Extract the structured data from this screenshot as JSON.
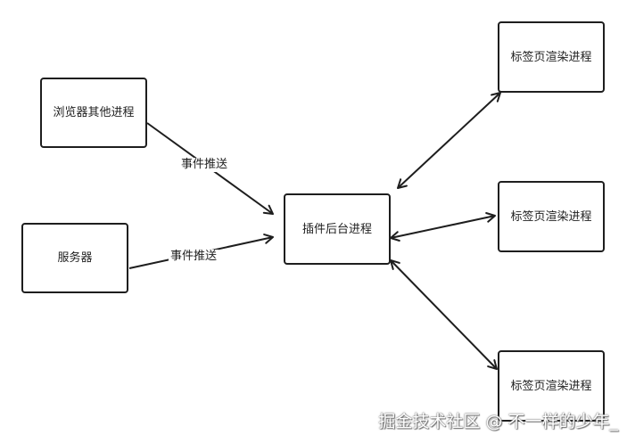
{
  "nodes": {
    "browser_other": "浏览器其他进程",
    "server": "服务器",
    "extension_bg": "插件后台进程",
    "tab_renderer_1": "标签页渲染进程",
    "tab_renderer_2": "标签页渲染进程",
    "tab_renderer_3": "标签页渲染进程"
  },
  "edges": {
    "browser_to_ext": "事件推送",
    "server_to_ext": "事件推送"
  },
  "watermark": "掘金技术社区 @ 不一样的少年_"
}
